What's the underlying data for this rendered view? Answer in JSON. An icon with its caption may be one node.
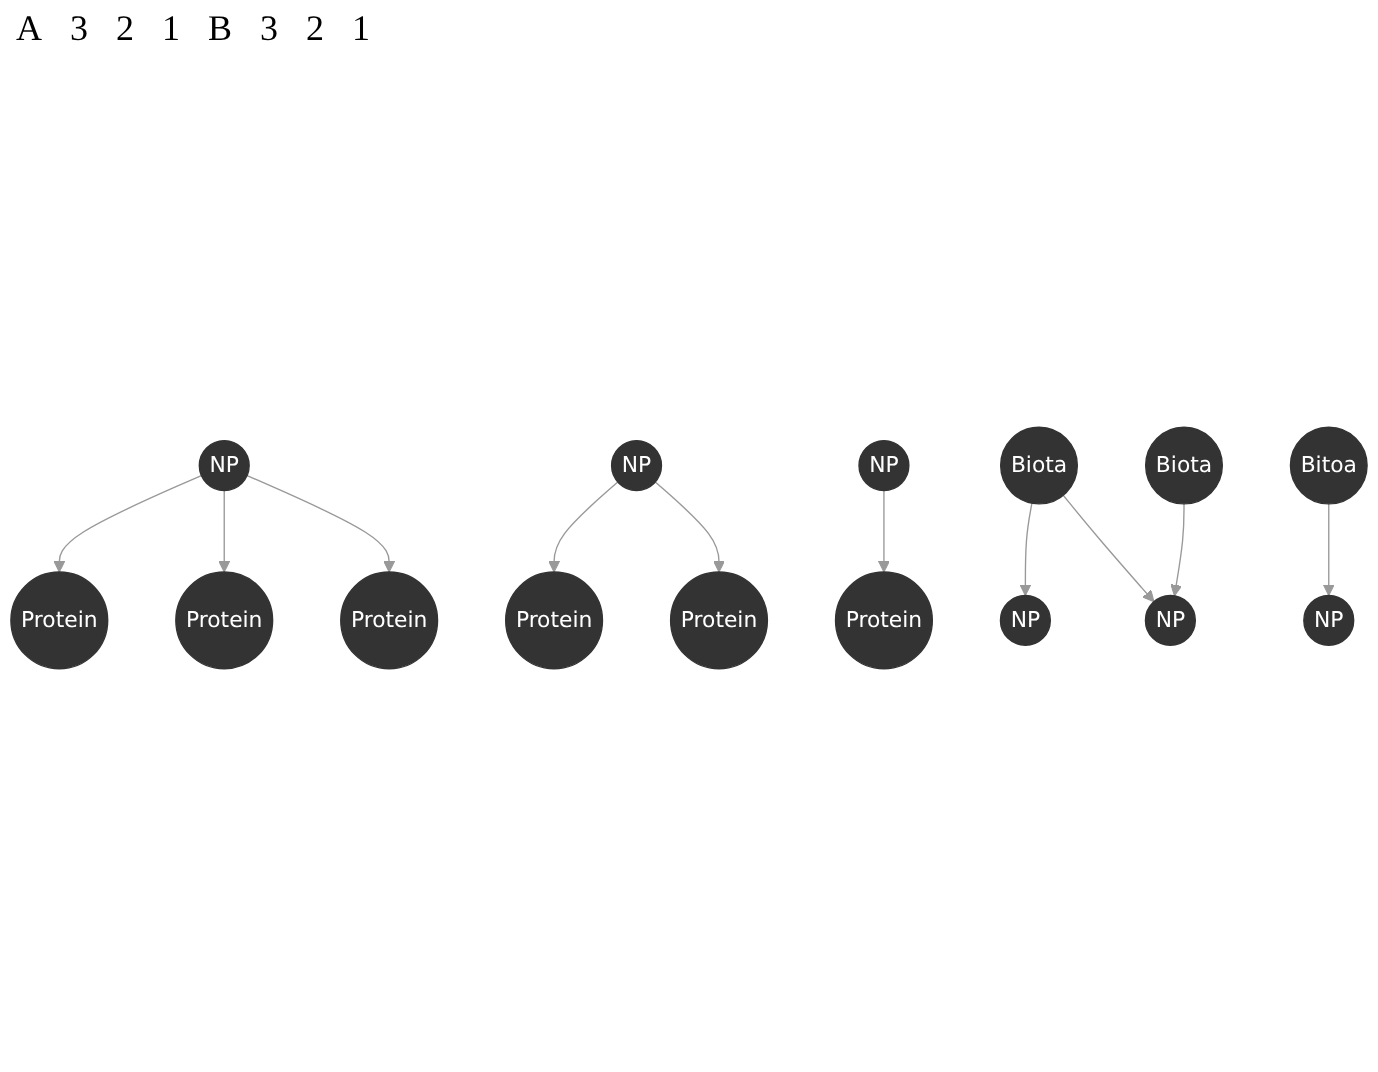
{
  "diagram": {
    "nodes": [
      {
        "text": [
          "NP"
        ]
      },
      {
        "text": [
          "Protein"
        ]
      },
      {
        "text": [
          "Protein"
        ]
      },
      {
        "text": [
          "Protein"
        ]
      },
      {
        "text": [
          "NP"
        ]
      },
      {
        "text": [
          "Protein"
        ]
      },
      {
        "text": [
          "Protein"
        ]
      },
      {
        "text": [
          "NP"
        ]
      },
      {
        "text": [
          "Protein"
        ]
      },
      {
        "text": [
          "NP"
        ]
      },
      {
        "text": [
          "NP"
        ]
      },
      {
        "text": [
          "NP"
        ]
      },
      {
        "text": [
          "Biota"
        ]
      },
      {
        "text": [
          "Biota"
        ]
      },
      {
        "text": [
          "Bitoa"
        ]
      }
    ],
    "edges": [
      {
        "from": 0,
        "to": 1,
        "arrow": "to"
      },
      {
        "from": 0,
        "to": 2,
        "arrow": "to"
      },
      {
        "from": 0,
        "to": 3,
        "arrow": "to"
      },
      {
        "from": 4,
        "to": 5,
        "arrow": "to"
      },
      {
        "from": 4,
        "to": 6,
        "arrow": "to"
      },
      {
        "from": 7,
        "to": 8,
        "arrow": "to"
      },
      {
        "from": 12,
        "to": 9,
        "arrow": "to"
      },
      {
        "from": 12,
        "to": 10,
        "arrow": "to"
      },
      {
        "from": 13,
        "to": 10,
        "arrow": "to"
      },
      {
        "from": 14,
        "to": 11,
        "arrow": "to"
      }
    ],
    "labels": [
      "A",
      "3",
      "2",
      "1",
      "B",
      "3",
      "2",
      "1"
    ]
  }
}
